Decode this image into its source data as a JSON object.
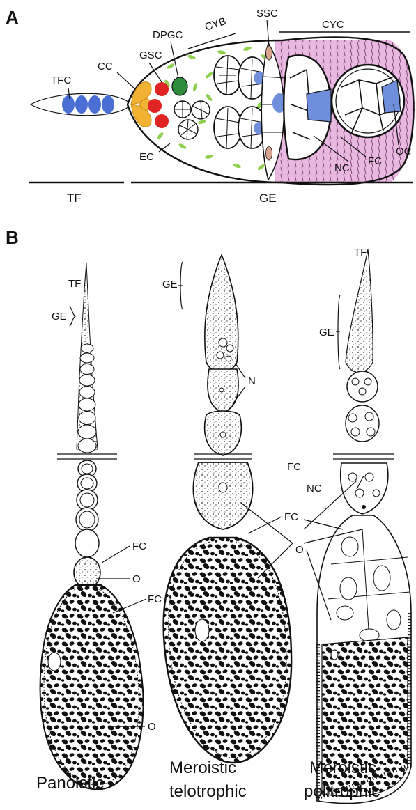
{
  "panel_a": {
    "letter": "A",
    "labels": {
      "tfc": "TFC",
      "cc": "CC",
      "gsc": "GSC",
      "dpgc": "DPGC",
      "cyb": "CYB",
      "ssc": "SSC",
      "cyc": "CYC",
      "ec": "EC",
      "nc": "NC",
      "fc": "FC",
      "oc": "OC"
    },
    "regions": {
      "tf": "TF",
      "ge": "GE"
    },
    "colors": {
      "nucleus_blue": "#6f8fdc",
      "cap_cell_orange": "#f2b233",
      "stem_cell_red": "#e02424",
      "dpgc_green": "#2e8b3a",
      "escort_green": "#8fd14f",
      "cyst_pink": "#e8b8e0",
      "ssc_tan": "#d9a58f"
    }
  },
  "panel_b": {
    "letter": "B",
    "types": [
      {
        "name": "Panoistic",
        "labels": {
          "tf": "TF",
          "ge": "GE",
          "fc1": "FC",
          "o1": "O",
          "fc2": "FC",
          "o2": "O"
        }
      },
      {
        "name_line1": "Meroistic",
        "name_line2": "telotrophic",
        "labels": {
          "ge": "GE",
          "n": "N",
          "fc": "FC",
          "o": "O"
        }
      },
      {
        "name_line1": "Meroistic",
        "name_line2": "politrophic",
        "labels": {
          "tf": "TF",
          "ge": "GE",
          "fc": "FC",
          "nc": "NC"
        }
      }
    ]
  }
}
